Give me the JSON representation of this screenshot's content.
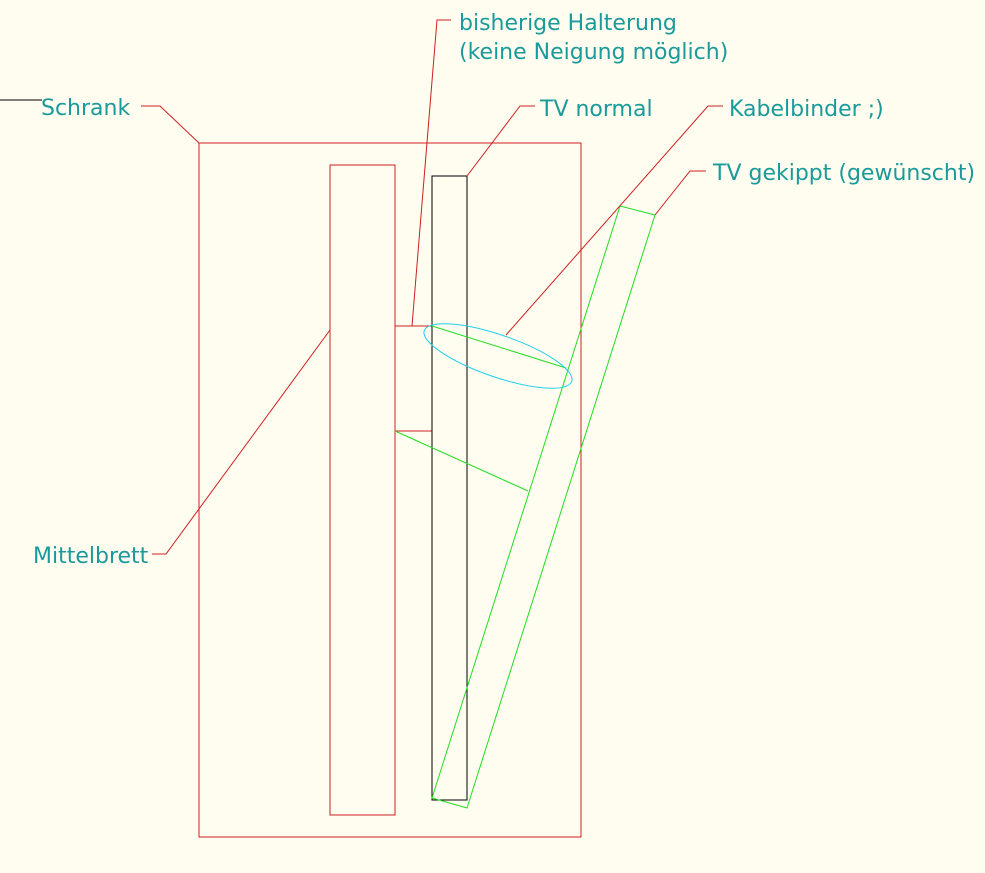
{
  "labels": {
    "schrank": "Schrank",
    "halterung_line1": "bisherige Halterung",
    "halterung_line2": "(keine Neigung möglich)",
    "tv_normal": "TV normal",
    "kabelbinder": "Kabelbinder ;)",
    "tv_gekippt": "TV gekippt (gewünscht)",
    "mittelbrett": "Mittelbrett"
  },
  "colors": {
    "background": "#fffdf0",
    "red": "#cc1f1f",
    "black": "#000000",
    "green": "#22dd22",
    "cyan": "#22ccee",
    "label": "#1a9a9a"
  }
}
